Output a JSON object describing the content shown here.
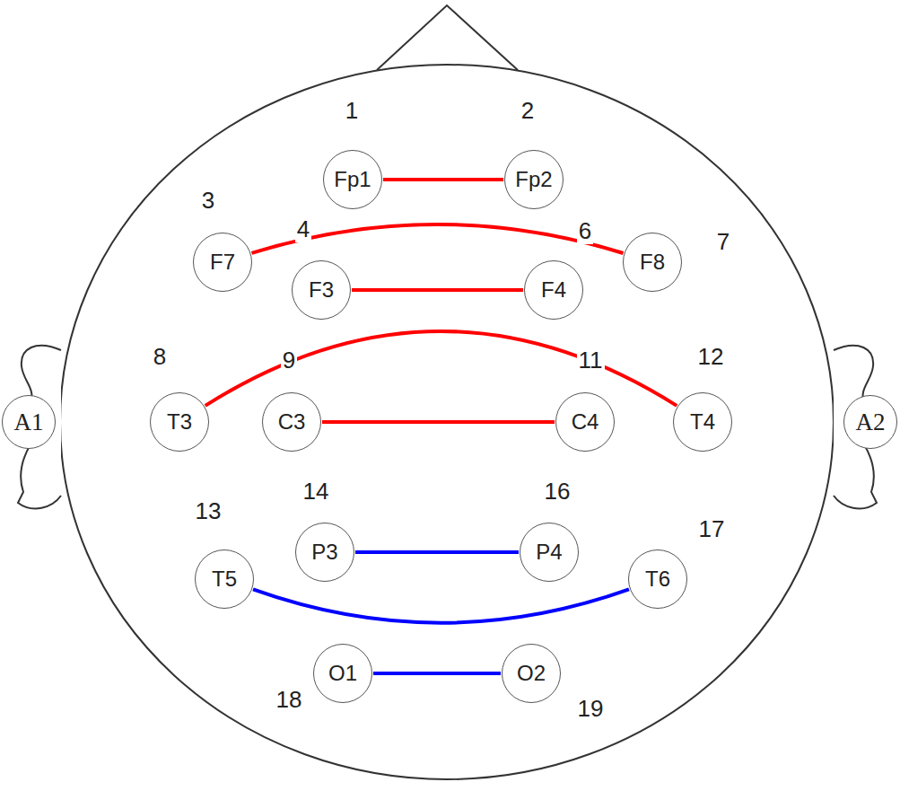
{
  "diagram": {
    "nodes": [
      {
        "text": [
          "Fp1"
        ]
      },
      {
        "text": [
          "Fp2"
        ]
      },
      {
        "text": [
          "F7"
        ]
      },
      {
        "text": [
          "F3"
        ]
      },
      {
        "text": [
          "F4"
        ]
      },
      {
        "text": [
          "F8"
        ]
      },
      {
        "text": [
          "A1"
        ]
      },
      {
        "text": [
          "T3"
        ]
      },
      {
        "text": [
          "C3"
        ]
      },
      {
        "text": [
          "C4"
        ]
      },
      {
        "text": [
          "T4"
        ]
      },
      {
        "text": [
          "A2"
        ]
      },
      {
        "text": [
          "T5"
        ]
      },
      {
        "text": [
          "P3"
        ]
      },
      {
        "text": [
          "P4"
        ]
      },
      {
        "text": [
          "T6"
        ]
      },
      {
        "text": [
          "O1"
        ]
      },
      {
        "text": [
          "O2"
        ]
      }
    ],
    "edges": [
      {
        "from": 0,
        "to": 1,
        "arrow": "none"
      },
      {
        "from": 2,
        "to": 5,
        "arrow": "none"
      },
      {
        "from": 3,
        "to": 4,
        "arrow": "none"
      },
      {
        "from": 7,
        "to": 10,
        "arrow": "none"
      },
      {
        "from": 8,
        "to": 9,
        "arrow": "none"
      },
      {
        "from": 13,
        "to": 14,
        "arrow": "none"
      },
      {
        "from": 12,
        "to": 15,
        "arrow": "none"
      },
      {
        "from": 16,
        "to": 17,
        "arrow": "none"
      }
    ],
    "labels": [
      "1",
      "2",
      "3",
      "4",
      "6",
      "7",
      "8",
      "9",
      "11",
      "12",
      "13",
      "14",
      "16",
      "17",
      "18",
      "19"
    ]
  }
}
